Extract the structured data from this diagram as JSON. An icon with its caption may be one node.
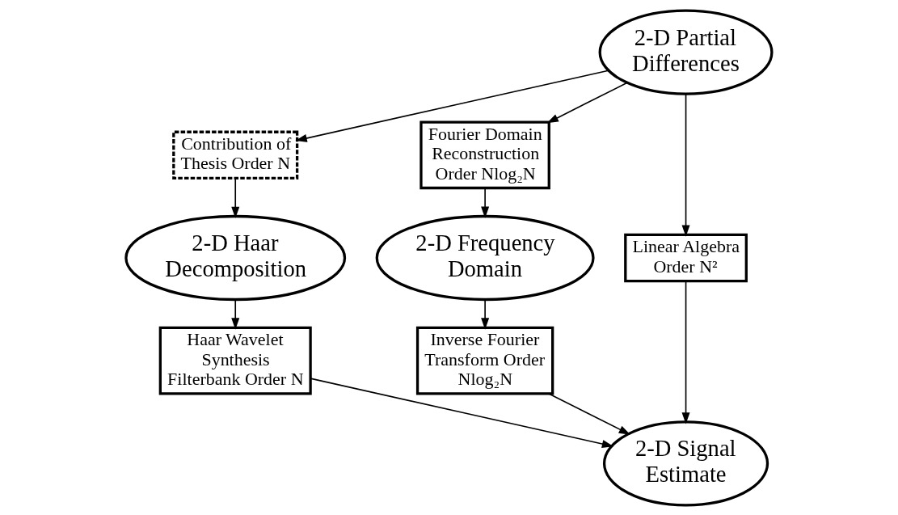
{
  "diagram": {
    "nodes": [
      {
        "text": [
          "2-D Partial Differences"
        ]
      },
      {
        "text": [
          "Contribution of Thesis Order N"
        ]
      },
      {
        "text": [
          "Fourier Domain Reconstruction Order Nlog₂N"
        ]
      },
      {
        "text": [
          "2-D Haar Decomposition"
        ]
      },
      {
        "text": [
          "Linear Algebra Order N²"
        ]
      },
      {
        "text": [
          "2-D Frequency Domain"
        ]
      },
      {
        "text": [
          "Haar Wavelet Synthesis Filterbank Order N"
        ]
      },
      {
        "text": [
          "2-D Signal Estimate"
        ]
      },
      {
        "text": [
          "Inverse Fourier Transform Order Nlog₂N"
        ]
      }
    ],
    "edges": [
      {
        "from": 0,
        "to": 1,
        "arrow": "to"
      },
      {
        "from": 0,
        "to": 2,
        "arrow": "to"
      },
      {
        "from": 1,
        "to": 3,
        "arrow": "to"
      },
      {
        "from": 0,
        "to": 4,
        "arrow": "to"
      },
      {
        "from": 2,
        "to": 5,
        "arrow": "to"
      },
      {
        "from": 3,
        "to": 6,
        "arrow": "to"
      },
      {
        "from": 4,
        "to": 7,
        "arrow": "to"
      },
      {
        "from": 5,
        "to": 8,
        "arrow": "to"
      },
      {
        "from": 6,
        "to": 7,
        "arrow": "to"
      },
      {
        "from": 8,
        "to": 7,
        "arrow": "to"
      }
    ]
  }
}
